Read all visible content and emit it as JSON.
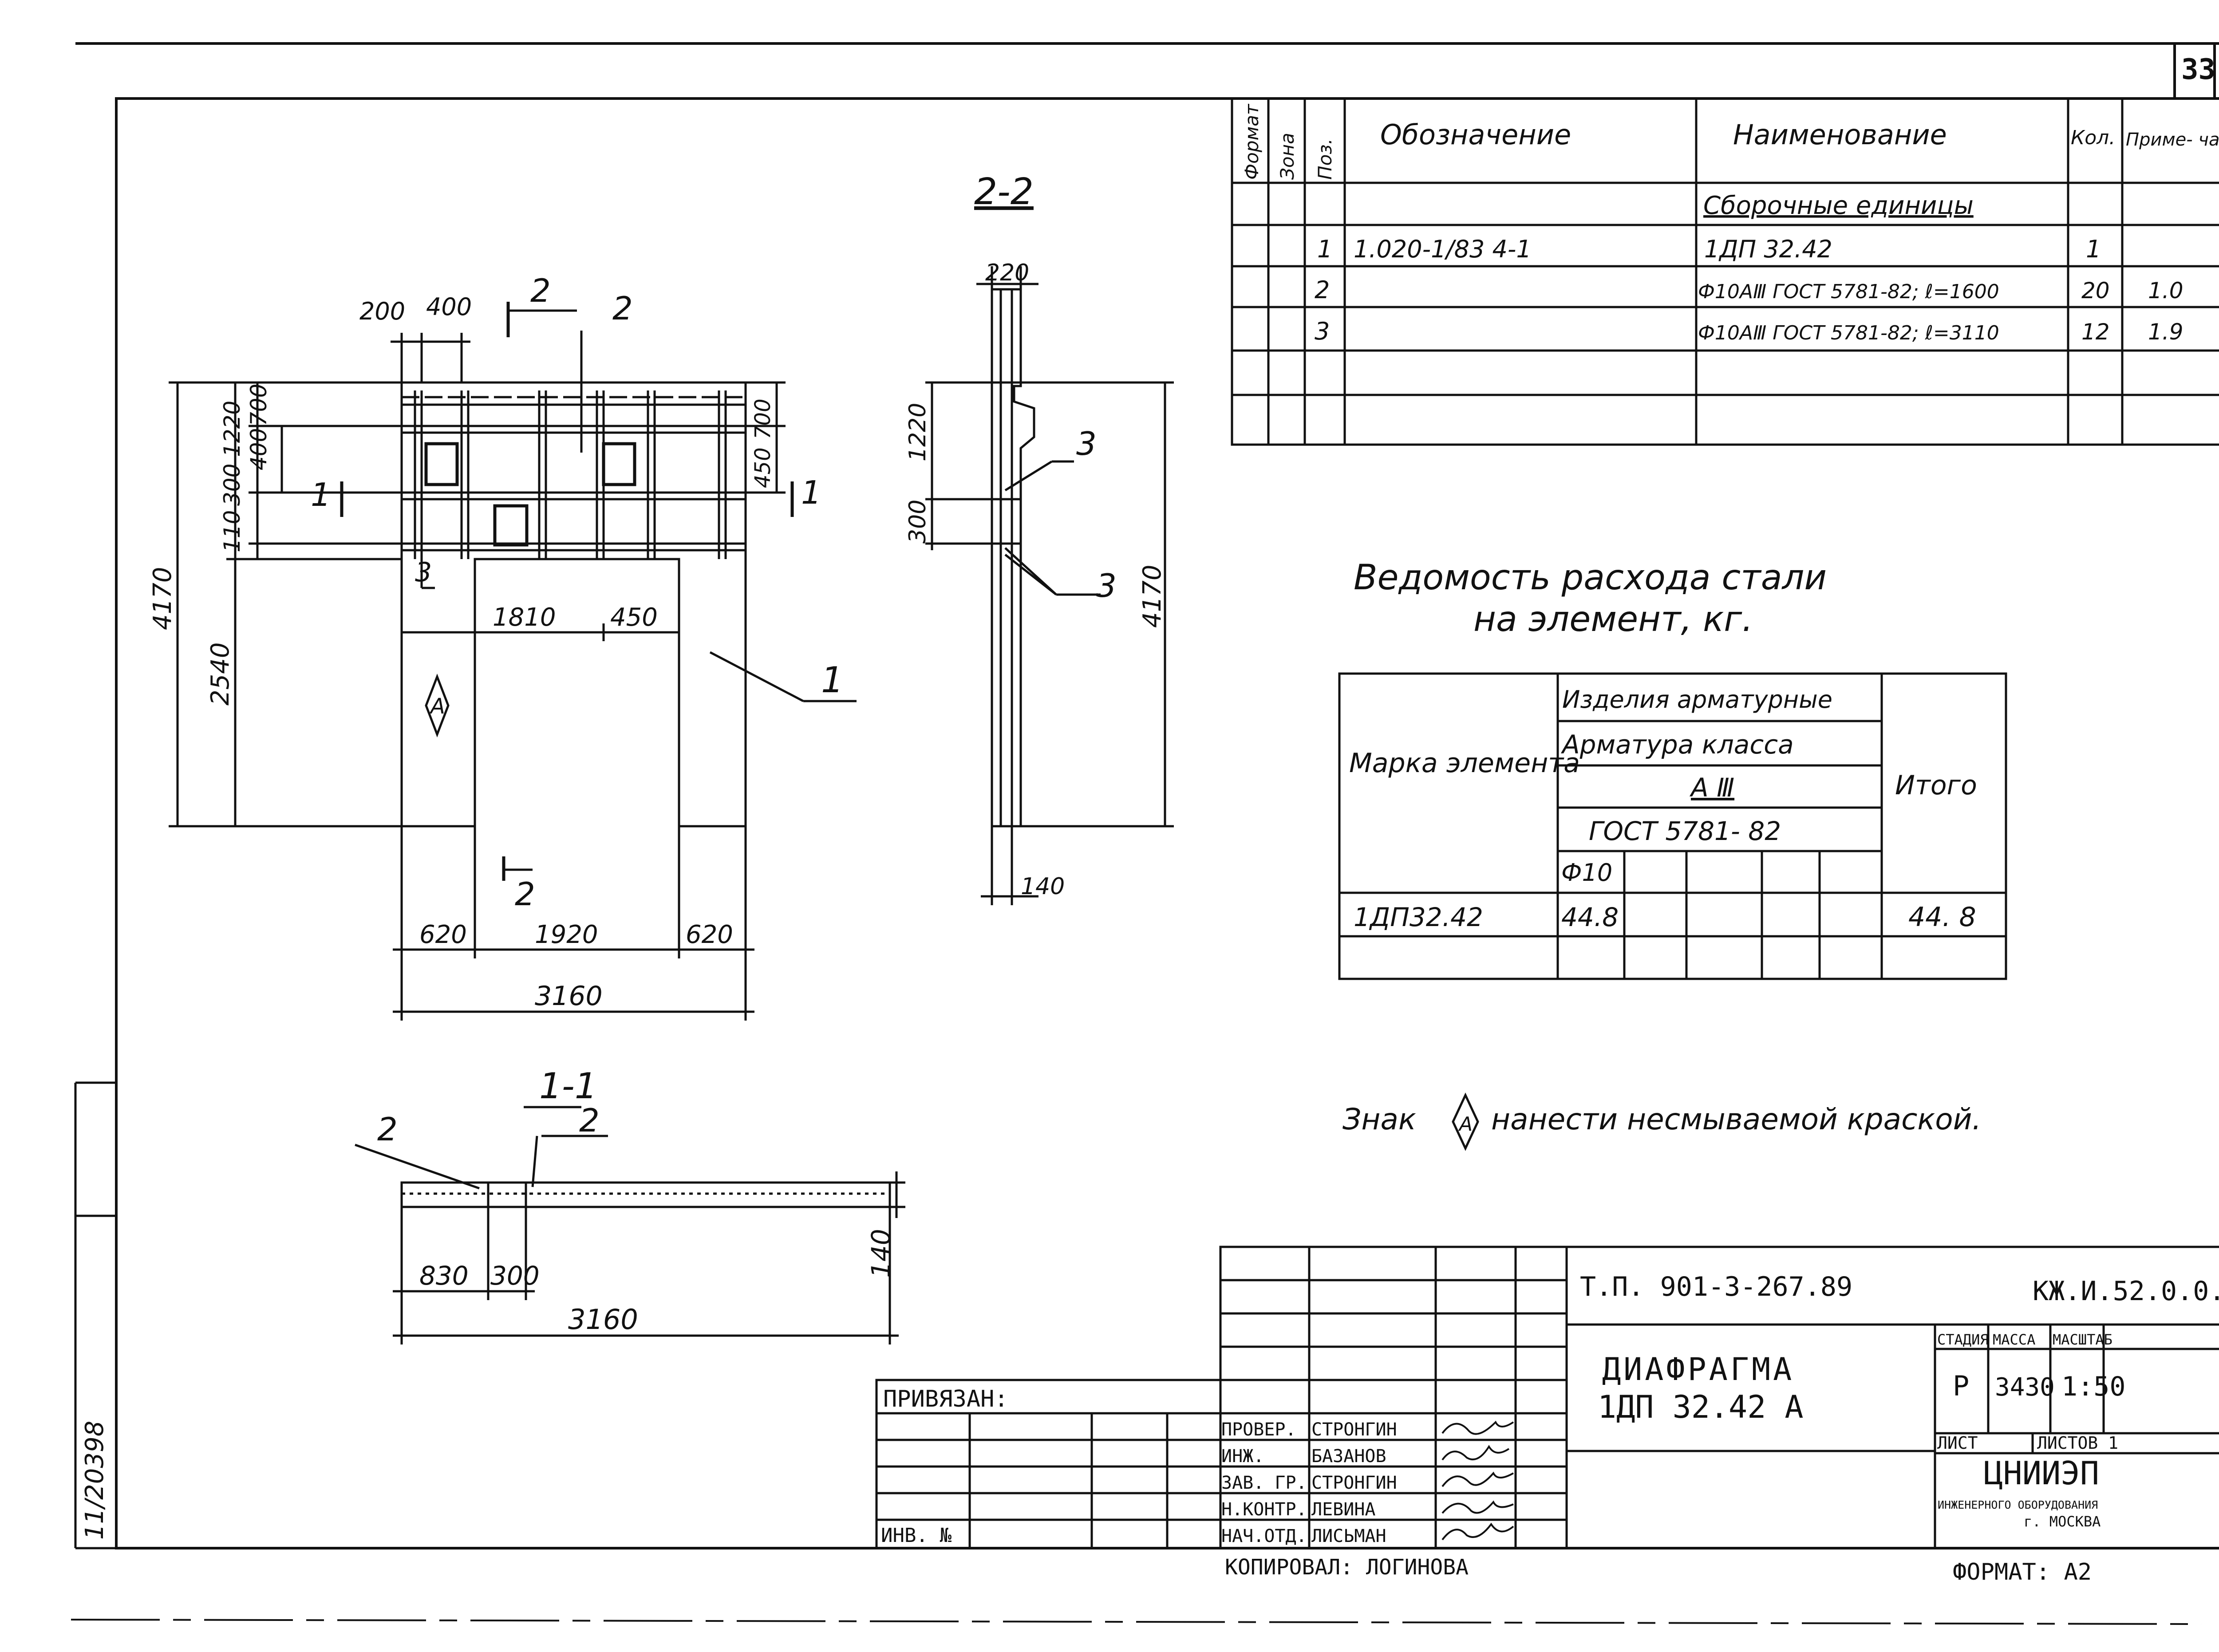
{
  "sheet": {
    "number": "33",
    "side_stamp": "11/20398"
  },
  "spec_table": {
    "headers": [
      "Формат",
      "Зона",
      "Поз.",
      "Обозначение",
      "Наименование",
      "Кол.",
      "Приме- чание"
    ],
    "section": "Сборочные единицы",
    "rows": [
      {
        "pos": "1",
        "designation": "1.020-1/83  4-1",
        "name": "1ДП 32.42",
        "qty": "1",
        "note": ""
      },
      {
        "pos": "2",
        "designation": "",
        "name": "Ф10АⅢ ГОСТ 5781-82; ℓ=1600",
        "qty": "20",
        "note": "1.0"
      },
      {
        "pos": "3",
        "designation": "",
        "name": "Ф10АⅢ ГОСТ 5781-82; ℓ=3110",
        "qty": "12",
        "note": "1.9"
      }
    ]
  },
  "steel_table": {
    "title_line1": "Ведомость расхода стали",
    "title_line2": "на элемент, кг.",
    "col_mark": "Марка элемента",
    "h1": "Изделия арматурные",
    "h2": "Арматура класса",
    "h3": "А Ⅲ",
    "h4": "ГОСТ 5781- 82",
    "h5": "Ф10",
    "col_total": "Итого",
    "row_mark": "1ДП32.42",
    "row_val": "44.8",
    "row_total": "44. 8"
  },
  "note": {
    "before": "Знак",
    "mark": "А",
    "after": "нанести несмываемой краской."
  },
  "drawing": {
    "main": {
      "overall_height": "4170",
      "height_lower": "2540",
      "dims_left": [
        "110",
        "300",
        "400",
        "700",
        "1220"
      ],
      "top_dims": [
        "200",
        "400"
      ],
      "right_dims": [
        "450",
        "700"
      ],
      "opening_width": "1810",
      "dim_450": "450",
      "bottom_dims": [
        "620",
        "1920",
        "620"
      ],
      "total_width": "3160",
      "mark": "А",
      "callout_1": "1",
      "callout_3": "3",
      "section_top": "2",
      "section_top_right": "2",
      "section_bottom": "2",
      "section_left": "1",
      "section_right": "1"
    },
    "section_22": {
      "title": "2-2",
      "top_width": "220",
      "dim_1220": "1220",
      "dim_300": "300",
      "height": "4170",
      "bottom_width": "140",
      "callout_3a": "3",
      "callout_3b": "3"
    },
    "section_11": {
      "title": "1-1",
      "callout_left": "2",
      "callout_right": "2",
      "thickness": "140",
      "dims": [
        "830",
        "300"
      ],
      "total": "3160"
    }
  },
  "title_block": {
    "project": "Т.П. 901-3-267.89",
    "code": "КЖ.И.52.0.0.",
    "name_line1": "ДИАФРАГМА",
    "name_line2": "1ДП 32.42 А",
    "stage_label": "СТАДИЯ",
    "mass_label": "МАССА",
    "scale_label": "МАСШТАБ",
    "stage": "Р",
    "mass": "3430",
    "scale": "1:50",
    "sheet_label": "ЛИСТ",
    "sheets_label": "ЛИСТОВ 1",
    "org1": "ЦНИИЭП",
    "org2": "ИНЖЕНЕРНОГО ОБОРУДОВАНИЯ",
    "org3": "г. МОСКВА",
    "format": "ФОРМАТ: А2",
    "copied": "КОПИРОВАЛ: ЛОГИНОВА",
    "attached": "ПРИВЯЗАН:",
    "inv": "ИНВ. №",
    "people": [
      {
        "role": "ПРОВЕР.",
        "name": "СТРОНГИН"
      },
      {
        "role": "ИНЖ.",
        "name": "БАЗАНОВ"
      },
      {
        "role": "ЗАВ. ГР.",
        "name": "СТРОНГИН"
      },
      {
        "role": "Н.КОНТР.",
        "name": "ЛЕВИНА"
      },
      {
        "role": "НАЧ.ОТД.",
        "name": "ЛИСЬМАН"
      }
    ]
  }
}
